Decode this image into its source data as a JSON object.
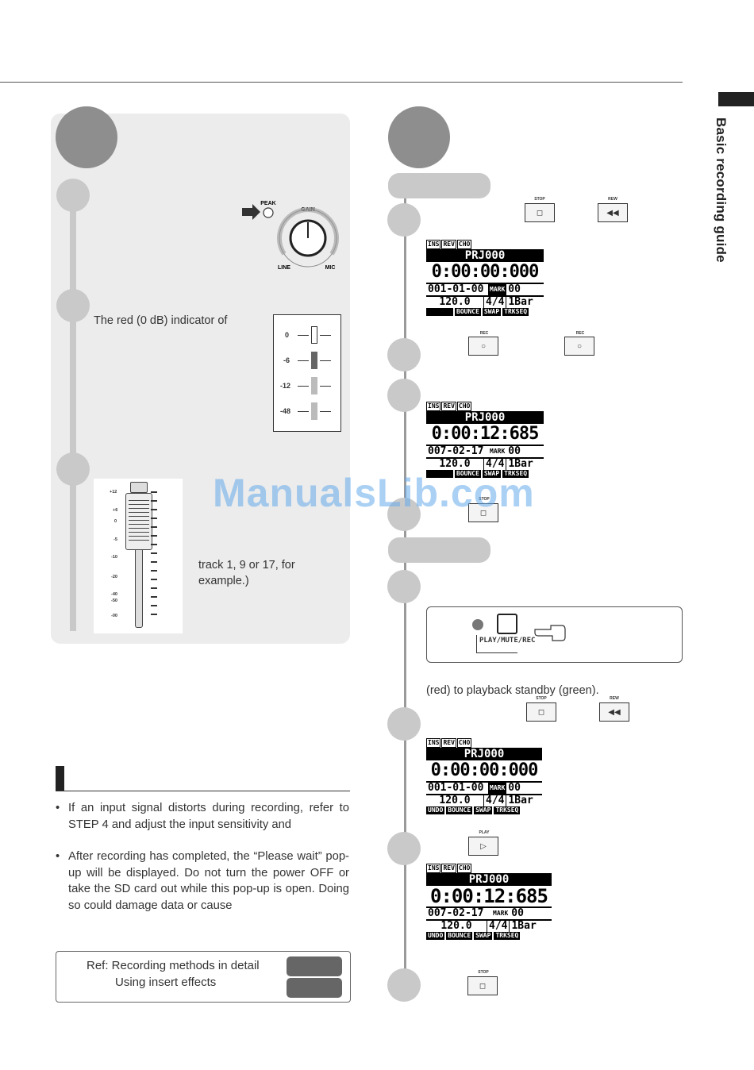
{
  "sidebar": {
    "title": "Basic recording guide"
  },
  "left": {
    "step_gain": {
      "peak_label": "PEAK",
      "gain_label": "GAIN",
      "line_label": "LINE",
      "mic_label": "MIC"
    },
    "step_meter": {
      "text": "The red (0 dB) indicator of",
      "levels": [
        "0",
        "-6",
        "-12",
        "-48"
      ]
    },
    "step_fader": {
      "text": "track 1, 9 or 17, for example.)",
      "scale": [
        "+12",
        "+6",
        "0",
        "-5",
        "-10",
        "-20",
        "-40",
        "-50",
        "-00"
      ]
    }
  },
  "right": {
    "rec_section": {
      "stop_label": "STOP",
      "rew_label": "REW",
      "rec_label": "REC",
      "lcd1": {
        "tags": [
          "INS",
          "REV",
          "CHO"
        ],
        "project": "PRJ000",
        "time": "0:00:00:000",
        "pos": "001-01-00",
        "mark_label": "MARK",
        "mark": "00",
        "tempo": "120.0",
        "sig": "4/4",
        "bar": "1Bar",
        "buttons": [
          "",
          "BOUNCE",
          "SWAP",
          "TRKSEQ"
        ]
      },
      "lcd2": {
        "tags": [
          "INS",
          "REV",
          "CHO"
        ],
        "project": "PRJ000",
        "time": "0:00:12:685",
        "pos": "007-02-17",
        "mark_label": "MARK",
        "mark": "00",
        "tempo": "120.0",
        "sig": "4/4",
        "bar": "1Bar",
        "buttons": [
          "",
          "BOUNCE",
          "SWAP",
          "TRKSEQ"
        ]
      }
    },
    "play_section": {
      "pmr_label": "PLAY/MUTE/REC",
      "text": "(red) to playback standby (green).",
      "play_label": "PLAY",
      "lcd3": {
        "tags": [
          "INS",
          "REV",
          "CHO"
        ],
        "project": "PRJ000",
        "time": "0:00:00:000",
        "pos": "001-01-00",
        "mark_label": "MARK",
        "mark": "00",
        "tempo": "120.0",
        "sig": "4/4",
        "bar": "1Bar",
        "buttons": [
          "UNDO",
          "BOUNCE",
          "SWAP",
          "TRKSEQ"
        ]
      },
      "lcd4": {
        "tags": [
          "INS",
          "REV",
          "CHO"
        ],
        "project": "PRJ000",
        "time": "0:00:12:685",
        "pos": "007-02-17",
        "mark_label": "MARK",
        "mark": "00",
        "tempo": "120.0",
        "sig": "4/4",
        "bar": "1Bar",
        "buttons": [
          "UNDO",
          "BOUNCE",
          "SWAP",
          "TRKSEQ"
        ]
      }
    }
  },
  "notes": [
    "If an input signal distorts during recording, refer to STEP 4 and adjust the input sensitivity and",
    "After recording has completed, the “Please wait” pop-up will be displayed. Do not turn the power OFF or take the SD card out while this pop-up is open. Doing so could damage data or cause"
  ],
  "ref": {
    "line1": "Ref: Recording methods in detail",
    "line2": "Using insert effects"
  },
  "watermark": "ManualsLib.com"
}
